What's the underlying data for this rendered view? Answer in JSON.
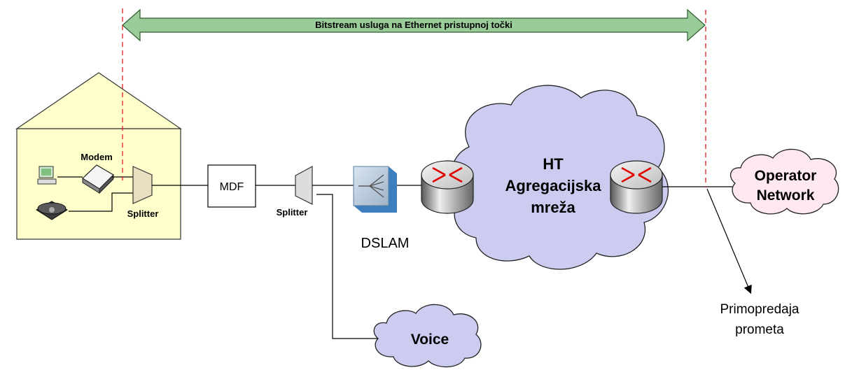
{
  "banner": {
    "text": "Bitstream usluga na Ethernet pristupnoj točki"
  },
  "house": {
    "modem_label": "Modem",
    "splitter_label": "Splitter"
  },
  "mdf": {
    "label": "MDF"
  },
  "exchange_splitter": {
    "label": "Splitter"
  },
  "dslam": {
    "label": "DSLAM"
  },
  "ht_cloud": {
    "line1": "HT",
    "line2": "Agregacijska",
    "line3": "mreža"
  },
  "operator_cloud": {
    "line1": "Operator",
    "line2": "Network"
  },
  "voice_cloud": {
    "label": "Voice"
  },
  "handover": {
    "line1": "Primopredaja",
    "line2": "prometa"
  },
  "colors": {
    "house_fill": "#FFFFCC",
    "banner_fill": "#99CC99",
    "cloud_fill": "#CCCCF0",
    "boundary_line": "#E02020",
    "router_arrows": "#E00000"
  }
}
